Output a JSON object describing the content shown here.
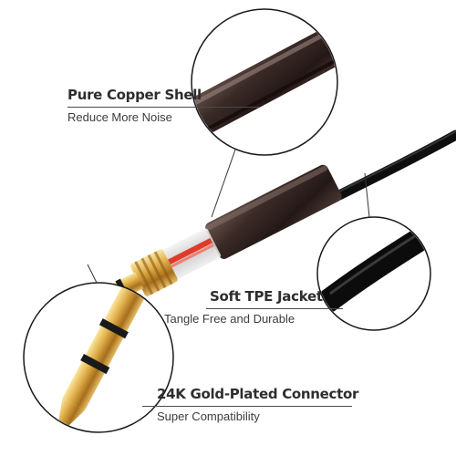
{
  "image": {
    "subject": "3.5mm audio cable product infographic"
  },
  "features": [
    {
      "title": "Pure Copper Shell",
      "subtitle": "Reduce More Noise",
      "icon": "copper-shell-closeup"
    },
    {
      "title": "Soft TPE Jacket",
      "subtitle": "Tangle Free and Durable",
      "icon": "tpe-jacket-closeup"
    },
    {
      "title": "24K Gold-Plated Connector",
      "subtitle": "Super Compatibility",
      "icon": "gold-connector-closeup"
    }
  ],
  "colors": {
    "cable": "#141414",
    "housing": "#3a2a26",
    "gold": "#d9a640",
    "gold_dark": "#8a5a12",
    "accent_red": "#e23a2a",
    "text": "#2e2e2e"
  }
}
